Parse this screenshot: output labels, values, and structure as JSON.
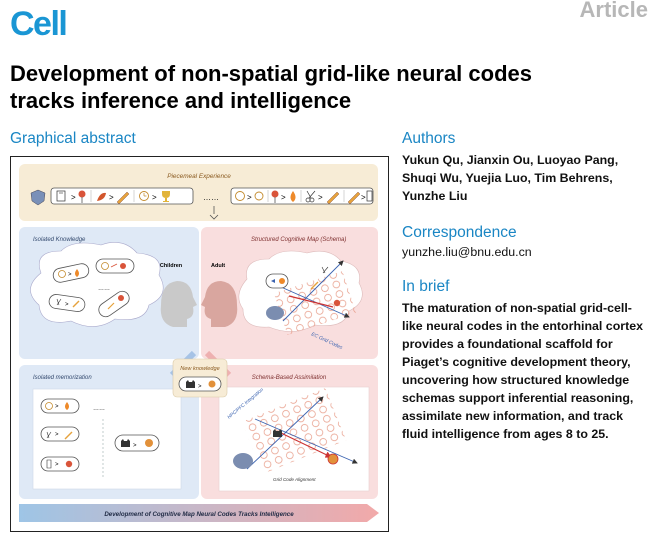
{
  "journal": "Cell",
  "article_type": "Article",
  "title_lines": [
    "Development of non-spatial grid-like neural codes",
    "tracks inference and intelligence"
  ],
  "sections": {
    "graphical_abstract": "Graphical abstract",
    "authors": "Authors",
    "correspondence": "Correspondence",
    "in_brief": "In brief"
  },
  "authors_lines": [
    "Yukun Qu, Jianxin Ou, Luoyao Pang,",
    "Shuqi Wu, Yuejia Luo, Tim Behrens,",
    "Yunzhe Liu"
  ],
  "correspondence_email": "yunzhe.liu@bnu.edu.cn",
  "in_brief_lines": [
    "The maturation of non-spatial grid-cell-",
    "like neural codes in the entorhinal cortex",
    "provides a foundational scaffold for",
    "Piaget’s cognitive development theory,",
    "uncovering how structured knowledge",
    "schemas support inferential reasoning,",
    "assimilate new information, and track",
    "fluid intelligence from ages 8 to 25."
  ],
  "abstract_figure": {
    "panel_top": "Piecemeal Experience",
    "panel_isolated_knowledge": "Isolated Knowledge",
    "label_children": "Children",
    "label_adult": "Adult",
    "panel_structured_map": "Structured Cognitive Map (Schema)",
    "label_ec_grid": "EC Grid Codes",
    "panel_new_knowledge": "New knowledge",
    "panel_isolated_memorization": "Isolated memorization",
    "panel_schema_assimilation": "Schema-Based Assimilation",
    "label_hppc": "HPC/PFC Integration",
    "label_grid_alignment": "Grid Code Alignment",
    "bottom_banner": "Development of Cognitive Map Neural Codes Tracks Intelligence",
    "gt": ">",
    "ellipsis": "……",
    "icon_legend": [
      "shield-icon",
      "book-icon",
      "leaf-icon",
      "flame-icon",
      "pencil-icon",
      "clock-icon",
      "trophy-icon",
      "scissors-icon",
      "cat-icon",
      "ball-icon",
      "lollipop-icon"
    ]
  }
}
